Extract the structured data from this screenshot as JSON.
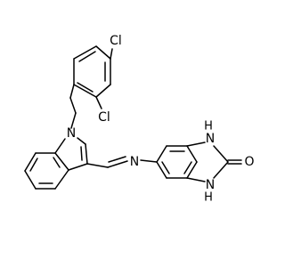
{
  "molecule": {
    "atoms": {
      "cl_top": "Cl",
      "cl_ortho": "Cl",
      "n_indole": "N",
      "n_imine": "N",
      "nh_upper": "H",
      "n_upper": "N",
      "nh_lower": "H",
      "n_lower": "N",
      "o_carbonyl": "O"
    }
  }
}
